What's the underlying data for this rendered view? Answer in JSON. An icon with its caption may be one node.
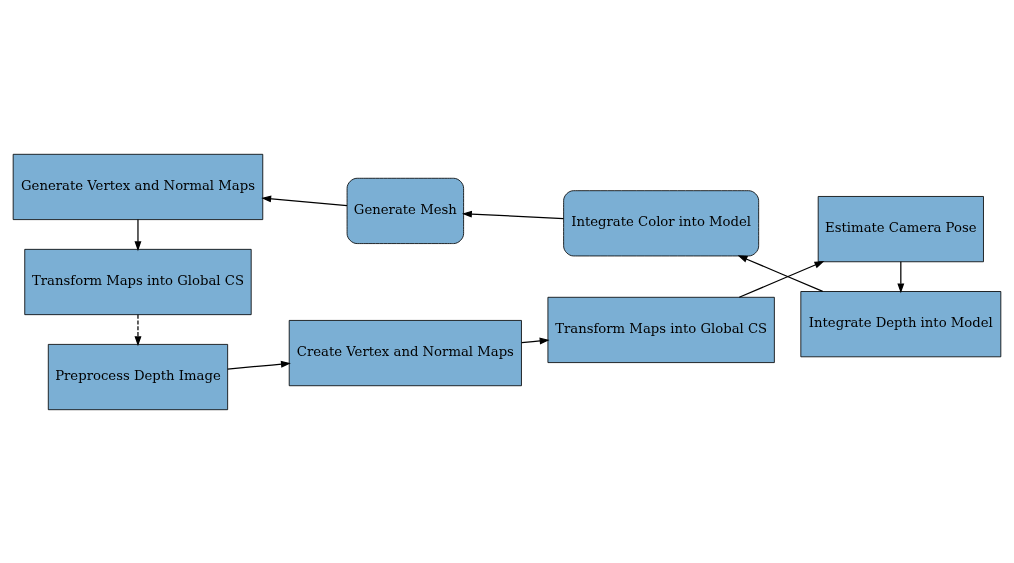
{
  "diagram": {
    "nodes": [
      {
        "text": [
          "Preprocess Depth Image"
        ]
      },
      {
        "text": [
          "Create Vertex and Normal Maps"
        ]
      },
      {
        "text": [
          "Transform Maps into Global CS"
        ]
      },
      {
        "text": [
          "Estimate Camera Pose"
        ]
      },
      {
        "text": [
          "Integrate Depth into Model"
        ]
      },
      {
        "text": [
          "Integrate Color into Model"
        ]
      },
      {
        "text": [
          "Generate Mesh"
        ]
      },
      {
        "text": [
          "Generate Vertex and Normal Maps"
        ]
      },
      {
        "text": [
          "Transform Maps into Global CS"
        ]
      }
    ],
    "edges": [
      {
        "from": 0,
        "to": 1,
        "arrow": "to"
      },
      {
        "from": 1,
        "to": 2,
        "arrow": "to"
      },
      {
        "from": 2,
        "to": 3,
        "arrow": "to"
      },
      {
        "from": 3,
        "to": 4,
        "arrow": "to"
      },
      {
        "from": 4,
        "to": 5,
        "arrow": "to"
      },
      {
        "from": 5,
        "to": 6,
        "arrow": "to"
      },
      {
        "from": 6,
        "to": 7,
        "arrow": "to"
      },
      {
        "from": 7,
        "to": 8,
        "arrow": "to"
      },
      {
        "from": 8,
        "to": 0,
        "arrow": "to",
        "style": "dashed"
      }
    ]
  }
}
